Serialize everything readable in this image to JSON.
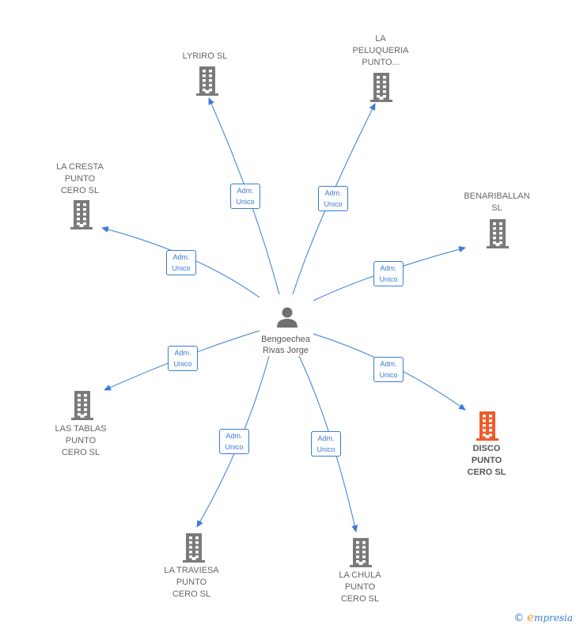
{
  "center": {
    "name_line1": "Bengoechea",
    "name_line2": "Rivas Jorge"
  },
  "edge_label": {
    "line1": "Adm.",
    "line2": "Unico"
  },
  "companies": [
    {
      "id": "lyriro",
      "lines": [
        "LYRIRO  SL"
      ],
      "highlight": false
    },
    {
      "id": "la-peluqueria",
      "lines": [
        "LA",
        "PELUQUERIA",
        "PUNTO..."
      ],
      "highlight": false
    },
    {
      "id": "la-cresta",
      "lines": [
        "LA CRESTA",
        "PUNTO",
        "CERO  SL"
      ],
      "highlight": false
    },
    {
      "id": "benariballan",
      "lines": [
        "BENARIBALLAN",
        "SL"
      ],
      "highlight": false
    },
    {
      "id": "las-tablas",
      "lines": [
        "LAS TABLAS",
        "PUNTO",
        "CERO  SL"
      ],
      "highlight": false
    },
    {
      "id": "disco",
      "lines": [
        "DISCO",
        "PUNTO",
        "CERO  SL"
      ],
      "highlight": true
    },
    {
      "id": "la-traviesa",
      "lines": [
        "LA TRAVIESA",
        "PUNTO",
        "CERO  SL"
      ],
      "highlight": false
    },
    {
      "id": "la-chula",
      "lines": [
        "LA CHULA",
        "PUNTO",
        "CERO  SL"
      ],
      "highlight": false
    }
  ],
  "colors": {
    "edge": "#3a7bd5",
    "building": "#7a7a7a",
    "building_highlight": "#f05a28",
    "person": "#707070"
  },
  "footer": {
    "copyright": "©",
    "brand_initial": "e",
    "brand_rest": "mpresia"
  }
}
